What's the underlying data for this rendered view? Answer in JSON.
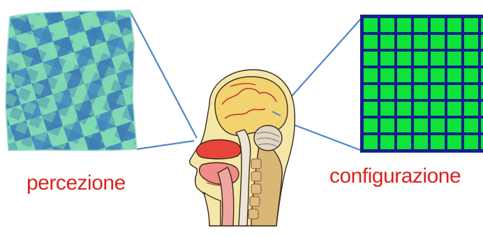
{
  "labels": {
    "left": "percezione",
    "right": "configurazione"
  },
  "colors": {
    "caption": "#d8231e",
    "connector": "#4f86c6",
    "grid_background": "#0ee33a",
    "grid_lines": "#12208c",
    "texture_light": "#7fd6b8",
    "texture_dark": "#3f7fb8"
  },
  "icons": {
    "head": "anatomical-head-cross-section-icon",
    "left_panel": "noisy-texture-pattern",
    "right_panel": "regular-grid-pattern"
  }
}
